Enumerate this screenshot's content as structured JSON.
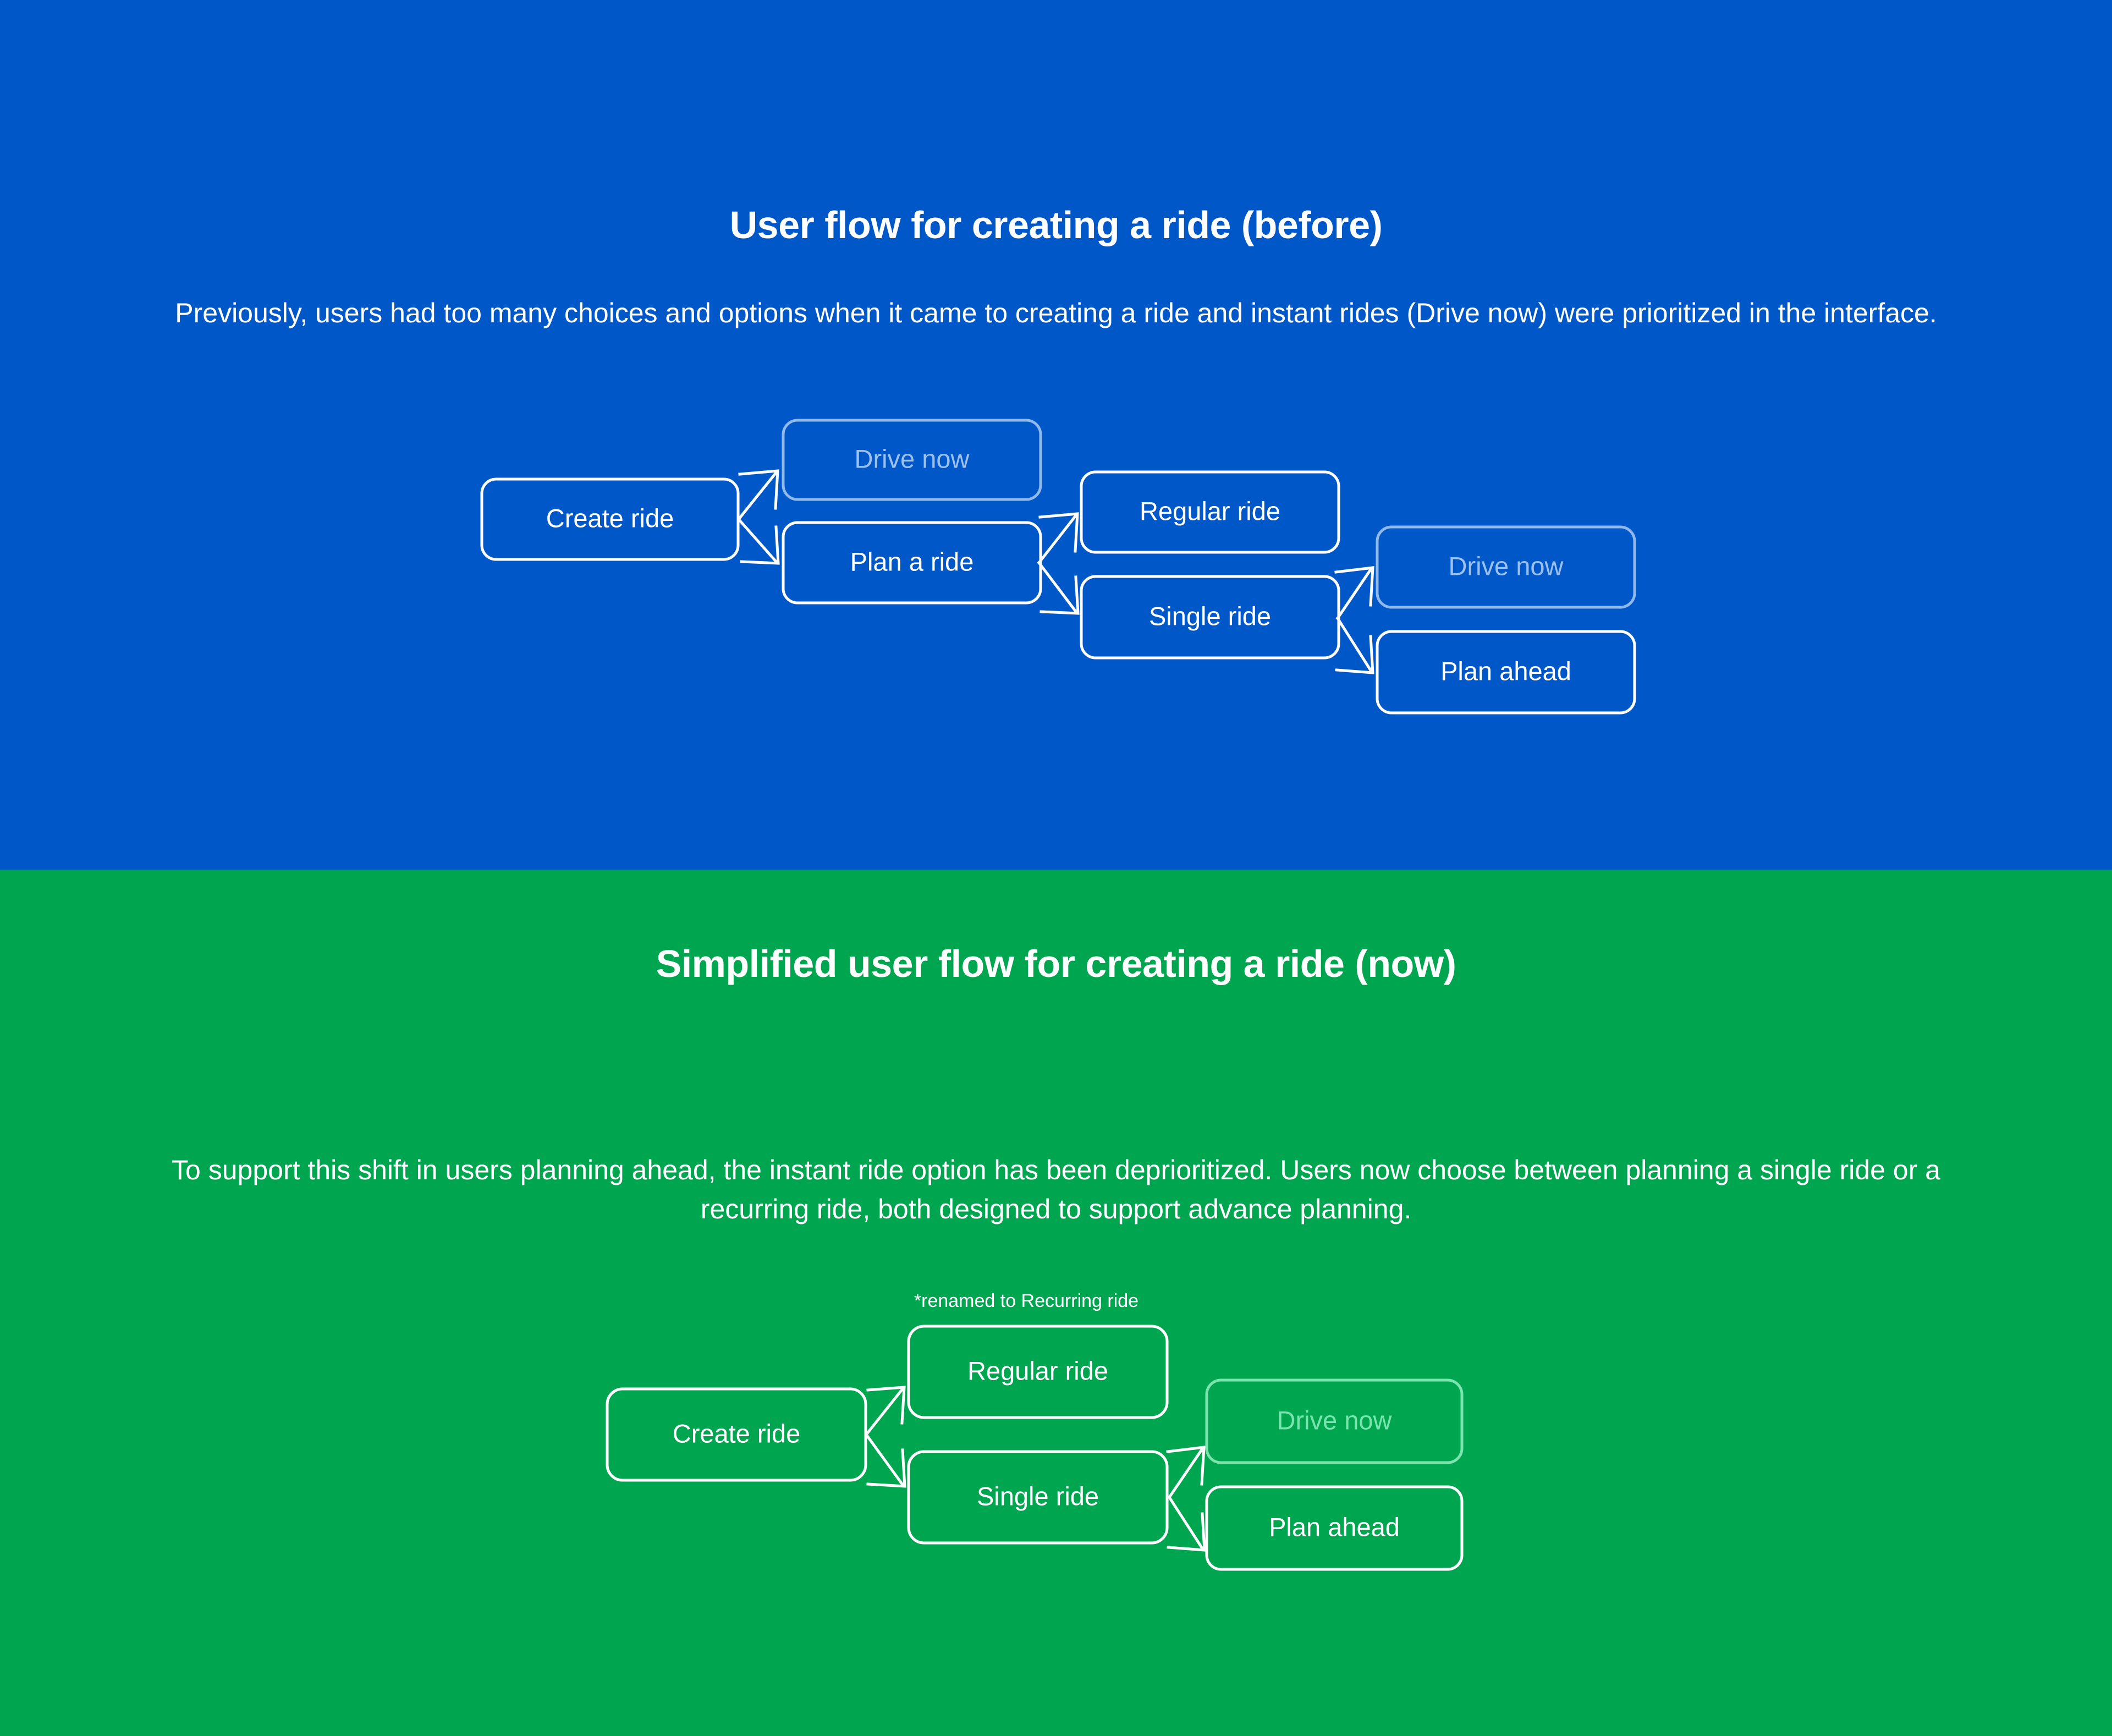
{
  "meta": {
    "colors": {
      "before_background": "#0057C8",
      "after_background": "#00A550",
      "node_stroke": "#FFFFFF",
      "node_text": "#FFFFFF",
      "deprioritized_blue": "#8FB8EC",
      "deprioritized_green": "#7BE3AC"
    }
  },
  "before": {
    "title": "User flow for creating a ride (before)",
    "subtitle": "Previously, users had too many choices and options when it came to creating a ride and instant rides (Drive now) were prioritized in the interface.",
    "nodes": [
      {
        "id": "create-ride",
        "label": "Create ride",
        "state": "active"
      },
      {
        "id": "drive-now-1",
        "label": "Drive now",
        "state": "deprioritized"
      },
      {
        "id": "plan-a-ride",
        "label": "Plan a ride",
        "state": "active"
      },
      {
        "id": "regular-ride",
        "label": "Regular ride",
        "state": "active"
      },
      {
        "id": "single-ride",
        "label": "Single ride",
        "state": "active"
      },
      {
        "id": "drive-now-2",
        "label": "Drive now",
        "state": "deprioritized"
      },
      {
        "id": "plan-ahead",
        "label": "Plan ahead",
        "state": "active"
      }
    ],
    "edges": [
      {
        "from": "create-ride",
        "to": "drive-now-1"
      },
      {
        "from": "create-ride",
        "to": "plan-a-ride"
      },
      {
        "from": "plan-a-ride",
        "to": "regular-ride"
      },
      {
        "from": "plan-a-ride",
        "to": "single-ride"
      },
      {
        "from": "single-ride",
        "to": "drive-now-2"
      },
      {
        "from": "single-ride",
        "to": "plan-ahead"
      }
    ]
  },
  "after": {
    "title": "Simplified user flow for creating a ride (now)",
    "subtitle": "To support this shift in users planning ahead, the instant ride option has been deprioritized. Users now choose between planning a single ride or a recurring ride, both designed to support advance planning.",
    "annotation": "*renamed to Recurring ride",
    "nodes": [
      {
        "id": "create-ride",
        "label": "Create ride",
        "state": "active"
      },
      {
        "id": "regular-ride",
        "label": "Regular ride",
        "state": "active"
      },
      {
        "id": "single-ride",
        "label": "Single ride",
        "state": "active"
      },
      {
        "id": "drive-now",
        "label": "Drive now",
        "state": "deprioritized"
      },
      {
        "id": "plan-ahead",
        "label": "Plan ahead",
        "state": "active"
      }
    ],
    "edges": [
      {
        "from": "create-ride",
        "to": "regular-ride"
      },
      {
        "from": "create-ride",
        "to": "single-ride"
      },
      {
        "from": "single-ride",
        "to": "drive-now"
      },
      {
        "from": "single-ride",
        "to": "plan-ahead"
      }
    ]
  }
}
